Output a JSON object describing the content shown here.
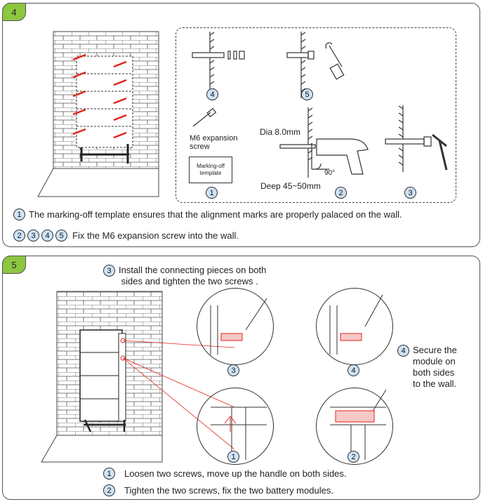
{
  "step4": {
    "tab": "4",
    "expansion_label": "M6 expansion\nscrew",
    "template_label": "Marking-off\ntemplate",
    "dia": "Dia 8.0mm",
    "deep": "Deep 45~50mm",
    "angle": "90°",
    "circle_nums": [
      "1",
      "2",
      "3",
      "4",
      "5"
    ],
    "note1_num": "1",
    "note1": "The marking-off template ensures that the alignment marks are properly palaced on the wall.",
    "note2_nums": [
      "2",
      "3",
      "4",
      "5"
    ],
    "note2": "Fix the M6 expansion screw into the wall."
  },
  "step5": {
    "tab": "5",
    "instr3_num": "3",
    "instr3": "Install the connecting pieces on both\n sides and tighten the two screws .",
    "instr4_num": "4",
    "instr4": "Secure the\nmodule on\nboth sides\nto the wall.",
    "circle_nums": [
      "1",
      "2",
      "3",
      "4"
    ],
    "note1_num": "1",
    "note1": "Loosen two screws, move up the handle on both sides.",
    "note2_num": "2",
    "note2": "Tighten the two screws, fix the two battery modules."
  },
  "colors": {
    "tab": "#8dc63f",
    "num_circle": "#cfe3f7",
    "accent": "#e2231a"
  }
}
